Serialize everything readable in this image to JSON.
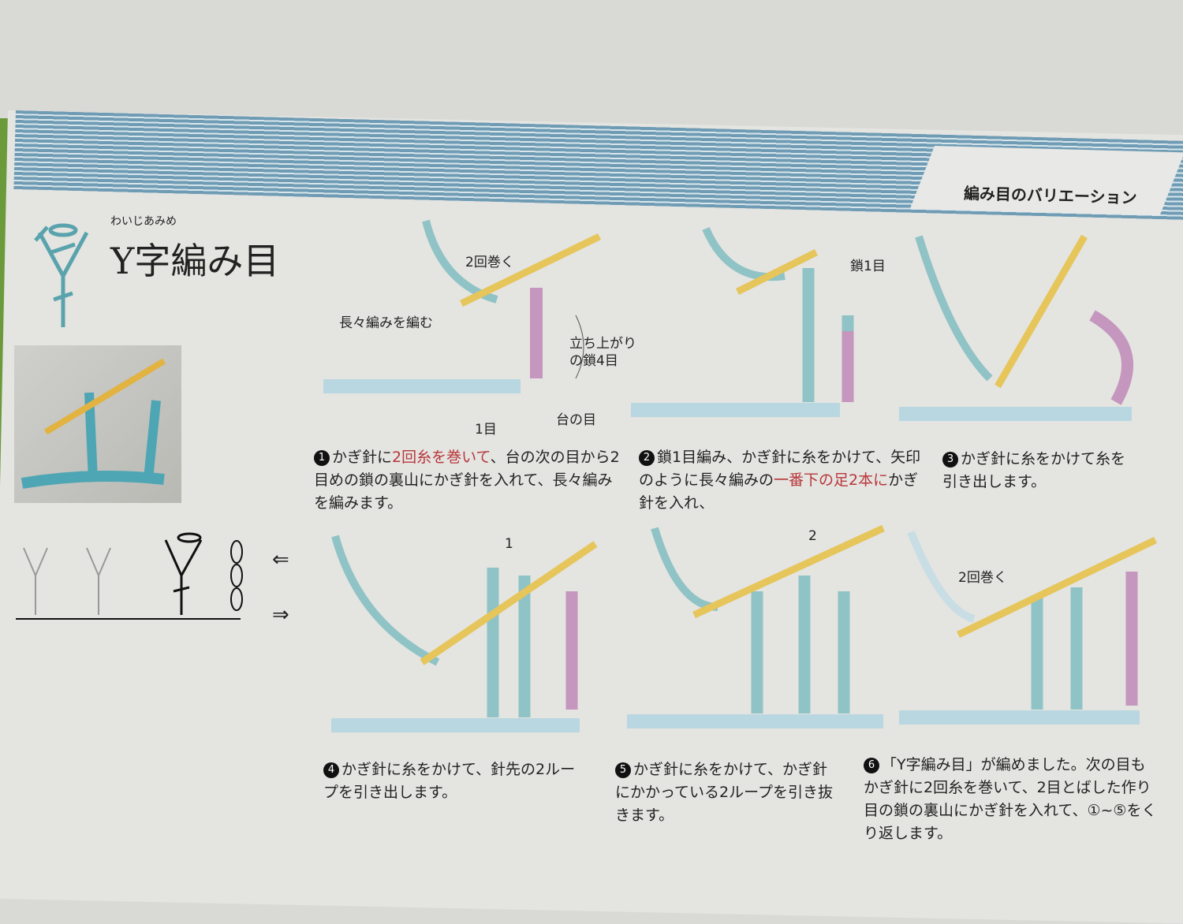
{
  "header": {
    "section_tag": "編み目のバリエーション"
  },
  "title": {
    "ruby": "わいじあみめ",
    "text": "Y字編み目"
  },
  "diagram_labels": {
    "wrap_twice": "2回巻く",
    "work_treble": "長々編みを編む",
    "turning_chain": "立ち上がりの鎖4目",
    "one_stitch": "1目",
    "base_stitch": "台の目",
    "chain_one": "鎖1目",
    "loop1": "1",
    "loop2": "2",
    "wrap_twice_6": "2回巻く"
  },
  "chart_arrows": {
    "left": "⇐",
    "right": "⇒"
  },
  "steps": [
    {
      "num": "1",
      "parts": [
        "かぎ針に",
        "2回糸を巻いて",
        "、台の次の目から2目めの鎖の裏山にかぎ針を入れて、長々編みを編みます。"
      ]
    },
    {
      "num": "2",
      "parts": [
        "鎖1目編み、かぎ針に糸をかけて、矢印のように長々編みの",
        "一番下の足2本に",
        "かぎ針を入れ、"
      ]
    },
    {
      "num": "3",
      "parts": [
        "かぎ針に糸をかけて糸を引き出します。"
      ]
    },
    {
      "num": "4",
      "parts": [
        "かぎ針に糸をかけて、針先の2ループを引き出します。"
      ]
    },
    {
      "num": "5",
      "parts": [
        "かぎ針に糸をかけて、かぎ針にかかっている2ループを引き抜きます。"
      ]
    },
    {
      "num": "6",
      "parts": [
        "「Y字編み目」が編めました。次の目もかぎ針に2回糸を巻いて、2目とばした作り目の鎖の裏山にかぎ針を入れて、①~⑤をくり返します。"
      ]
    }
  ],
  "colors": {
    "band": "#6f9cb4",
    "yarn_blue": "#8fc3c6",
    "yarn_pink": "#c596be",
    "hook": "#e6c55a",
    "highlight": "#b8373a"
  }
}
